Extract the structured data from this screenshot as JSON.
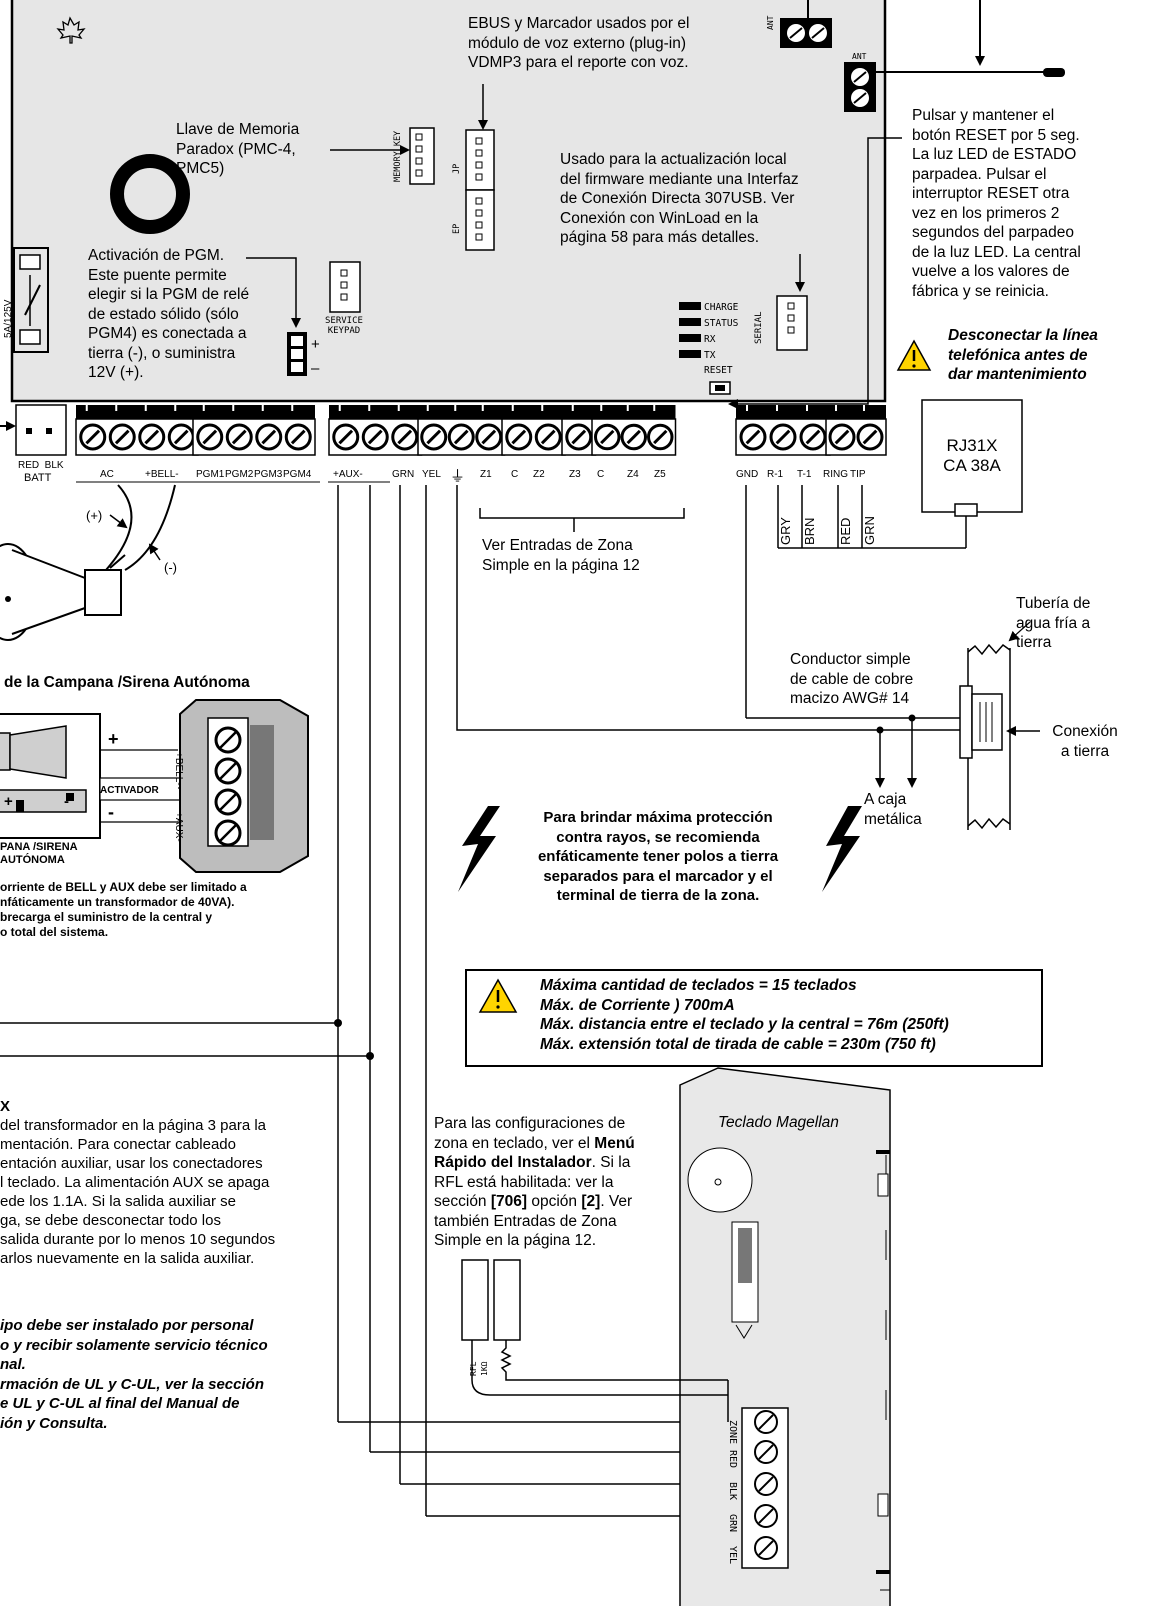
{
  "notes": {
    "ebus": "EBUS y Marcador usados por el\nmódulo de voz externo (plug-in)\nVDMP3 para el reporte con voz.",
    "memory_key": "Llave de Memoria\nParadox (PMC-4,\nPMC5)",
    "serial": "Usado para la actualización local\ndel firmware mediante una Interfaz\nde Conexión Directa 307USB. Ver\nConexión con WinLoad en la\npágina 58 para más detalles.",
    "reset": "Pulsar y mantener el\nbotón RESET por 5 seg.\nLa luz LED de ESTADO\nparpadea. Pulsar el\ninterruptor RESET otra\nvez en los primeros 2\nsegundos del parpadeo\nde la luz LED. La central\nvuelve a los valores de\nfábrica y se reinicia.",
    "phone_warning": "Desconectar la línea\ntelefónica antes de\ndar mantenimiento",
    "pgm": "Activación de PGM.\nEste puente permite\nelegir si la PGM de relé\nde estado sólido (sólo\nPGM4) es conectada a\ntierra (-), o suministra\n12V (+).",
    "zone_inputs": "Ver Entradas de Zona\nSimple en la página 12",
    "water_pipe": "Tubería de\nagua fría a\ntierra",
    "conductor": "Conductor simple\nde cable de cobre\nmacizo AWG# 14",
    "ground_conn": "Conexión\na tierra",
    "metal_box": "A caja\nmetálica",
    "lightning": "Para brindar máxima protección\ncontra rayos, se recomienda\nenfáticamente tener polos a tierra\nseparados para el marcador y el\nterminal de tierra de la zona.",
    "keypad_limits": [
      "Máxima cantidad de teclados = 15 teclados",
      "Máx. de Corriente ) 700mA",
      "Máx. distancia entre el teclado y la central = 76m (250ft)",
      "Máx. extensión  total de tirada de cable = 230m (750 ft)"
    ],
    "siren_title": "de la Campana /Sirena Autónoma",
    "siren_caption": "PANA /SIRENA\nAUTÓNOMA",
    "bell_current": "orriente de BELL y AUX debe ser limitado a\nnfáticamente un transformador de 40VA).\nbrecarga el suministro de la central y\no total del sistema.",
    "aux_title": "X",
    "aux_text": "del transformador en la página 3 para la\nmentación. Para conectar cableado\nentación auxiliar, usar los conectadores\nl teclado. La alimentación AUX se apaga\nede los 1.1A. Si la salida auxiliar se\nga, se debe desconectar todo los\nsalida durante por lo menos 10 segundos\narlos nuevamente en la salida auxiliar.",
    "ul_text": "ipo debe ser instalado por personal\no y recibir solamente servicio técnico\nnal.\nrmación de UL y C-UL, ver la sección\ne UL y C-UL al final del Manual de\nión y Consulta.",
    "keypad_zone_a": "Para las configuraciones de\nzona en teclado, ver el ",
    "keypad_zone_b": "Menú\nRápido del Instalador",
    "keypad_zone_c": ". Si la\nRFL está habilitada: ver la\nsección ",
    "keypad_zone_d": "[706]",
    "keypad_zone_e": " opción ",
    "keypad_zone_f": "[2]",
    "keypad_zone_g": ". Ver\ntambién Entradas de Zona\nSimple en la página 12.",
    "keypad_name": "Teclado Magellan",
    "activador": "ACTIVADOR",
    "pos": "(+)",
    "neg": "(-)"
  },
  "board": {
    "leds": [
      "CHARGE",
      "STATUS",
      "RX",
      "TX"
    ],
    "reset_label": "RESET",
    "service": "SERVICE\nKEYPAD",
    "serial": "SERIAL",
    "memory": "MEMORY KEY",
    "jp": "JP",
    "ep": "EP",
    "ant": "ANT",
    "fuse": "5A/125V",
    "batt_top": "RED  BLK",
    "batt": "BATT",
    "terminals_left": [
      "AC",
      "+BELL-",
      "PGM1",
      "PGM2",
      "PGM3",
      "PGM4"
    ],
    "terminals_mid": [
      "+AUX-",
      "GRN",
      "YEL",
      "Z1",
      "C",
      "Z2",
      "Z3",
      "C",
      "Z4",
      "Z5"
    ],
    "terminals_right": [
      "GND",
      "R-1",
      "T-1",
      "RING",
      "TIP"
    ],
    "wire_colors": [
      "GRY",
      "BRN",
      "RED",
      "GRN"
    ],
    "rj": "RJ31X\nCA 38A",
    "keypad_terminals": [
      "ZONE",
      "RED",
      "BLK",
      "GRN",
      "YEL"
    ],
    "rfl": "RFL",
    "rfl_res": "1KΩ",
    "siren_labels": [
      "+BELL-",
      "+AUX-"
    ]
  }
}
